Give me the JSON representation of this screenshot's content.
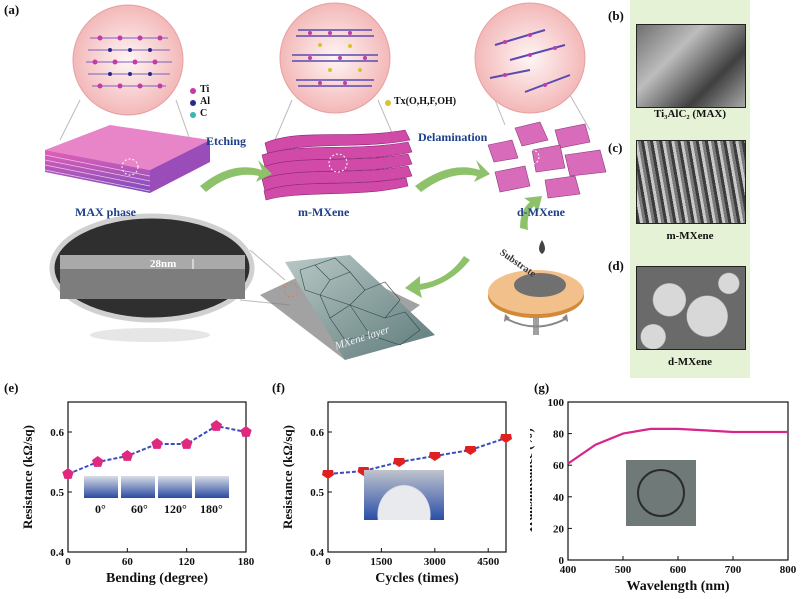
{
  "panel_labels": {
    "a": "(a)",
    "b": "(b)",
    "c": "(c)",
    "d": "(d)",
    "e": "(e)",
    "f": "(f)",
    "g": "(g)"
  },
  "schematic": {
    "max_phase": "MAX phase",
    "m_mxene": "m-MXene",
    "d_mxene": "d-MXene",
    "etching": "Etching",
    "delamination": "Delamination",
    "legend_ti": "Ti",
    "legend_al": "Al",
    "legend_c": "C",
    "tx_label": "Tx(O,H,F,OH)",
    "thickness": "28nm",
    "substrate": "Substrate",
    "layer": "MXene layer"
  },
  "sem": {
    "b_caption": "Ti₃AlC₂ (MAX)",
    "c_caption": "m-MXene",
    "d_caption": "d-MXene"
  },
  "colors": {
    "accent": "#d9248c",
    "marker": "#e0287f",
    "line_blue": "#3a4dbf",
    "red_marker": "#e02020",
    "sem_panel_bg": "#e6f2d6",
    "arrow_green": "#8ec26a"
  },
  "chart_data": [
    {
      "type": "line",
      "panel": "(e)",
      "xlabel": "Bending (degree)",
      "ylabel": "Resistance (kΩ/sq)",
      "x": [
        0,
        30,
        60,
        90,
        120,
        150,
        180
      ],
      "y": [
        0.53,
        0.55,
        0.56,
        0.58,
        0.58,
        0.61,
        0.6
      ],
      "xlim": [
        0,
        180
      ],
      "ylim": [
        0.4,
        0.65
      ],
      "xticks": [
        "0",
        "60",
        "120",
        "180"
      ],
      "yticks": [
        "0.4",
        "0.5",
        "0.6"
      ],
      "inset_labels": [
        "0°",
        "60°",
        "120°",
        "180°"
      ]
    },
    {
      "type": "line",
      "panel": "(f)",
      "xlabel": "Cycles (times)",
      "ylabel": "Resistance (kΩ/sq)",
      "x": [
        0,
        1000,
        2000,
        3000,
        4000,
        5000
      ],
      "y": [
        0.53,
        0.535,
        0.55,
        0.56,
        0.57,
        0.59
      ],
      "xlim": [
        0,
        5000
      ],
      "ylim": [
        0.4,
        0.65
      ],
      "xticks": [
        "0",
        "1500",
        "3000",
        "4500"
      ],
      "yticks": [
        "0.4",
        "0.5",
        "0.6"
      ]
    },
    {
      "type": "line",
      "panel": "(g)",
      "xlabel": "Wavelength (nm)",
      "ylabel": "Transmittance (%)",
      "x": [
        400,
        450,
        500,
        550,
        600,
        650,
        700,
        750,
        800
      ],
      "y": [
        61,
        73,
        80,
        83,
        83,
        82,
        81,
        81,
        81
      ],
      "xlim": [
        400,
        800
      ],
      "ylim": [
        0,
        100
      ],
      "xticks": [
        "400",
        "500",
        "600",
        "700",
        "800"
      ],
      "yticks": [
        "0",
        "20",
        "40",
        "60",
        "80",
        "100"
      ]
    }
  ]
}
